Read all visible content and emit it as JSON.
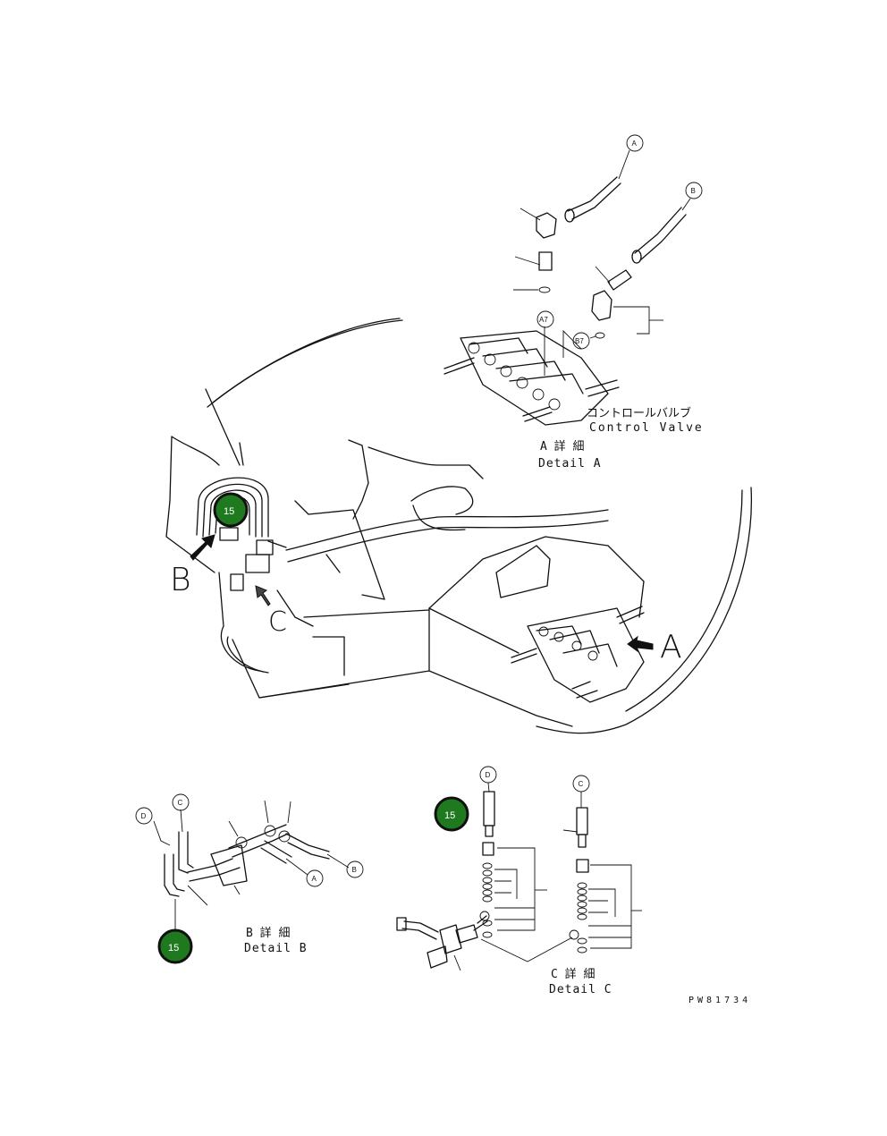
{
  "drawing": {
    "callout_number": "15",
    "badge_color": "#1f7a1f",
    "badge_ring_color": "#111111",
    "view_letters": {
      "a": "A",
      "b": "B",
      "c": "C"
    },
    "connector_letters": {
      "a": "A",
      "b": "B",
      "c": "C",
      "d": "D",
      "a7": "A7",
      "b7": "B7"
    },
    "detail_a": {
      "caption_jp": "A 詳 細",
      "caption_en": "Detail A",
      "part_jp": "コントロールバルブ",
      "part_en": "Control Valve"
    },
    "detail_b": {
      "caption_jp": "B 詳 細",
      "caption_en": "Detail B"
    },
    "detail_c": {
      "caption_jp": "C 詳 細",
      "caption_en": "Detail C"
    },
    "drawing_number": "PW81734"
  }
}
